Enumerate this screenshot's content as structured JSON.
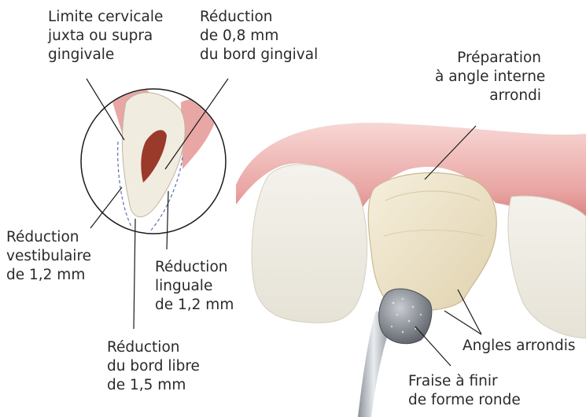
{
  "labels": {
    "limite_cervicale": [
      "Limite cervicale",
      "juxta ou supra",
      "gingivale"
    ],
    "reduction_bord_gingival": [
      "Réduction",
      "de 0,8 mm",
      "du bord gingival"
    ],
    "preparation_angle": [
      "Préparation",
      "à angle interne",
      "arrondi"
    ],
    "reduction_vestibulaire": [
      "Réduction",
      "vestibulaire",
      "de 1,2 mm"
    ],
    "reduction_linguale": [
      "Réduction",
      "linguale",
      "de 1,2 mm"
    ],
    "reduction_bord_libre": [
      "Réduction",
      "du bord libre",
      "de 1,5 mm"
    ],
    "angles_arrondis": [
      "Angles arrondis"
    ],
    "fraise": [
      "Fraise à finir",
      "de forme ronde"
    ]
  },
  "colors": {
    "gum": "#e9a5a3",
    "gum_dark": "#c9605e",
    "tooth": "#f2efe6",
    "prep": "#ece2c8",
    "pulp": "#9a3a2a",
    "leader": "#1a1a1a",
    "dashed": "#5a6fb0"
  }
}
